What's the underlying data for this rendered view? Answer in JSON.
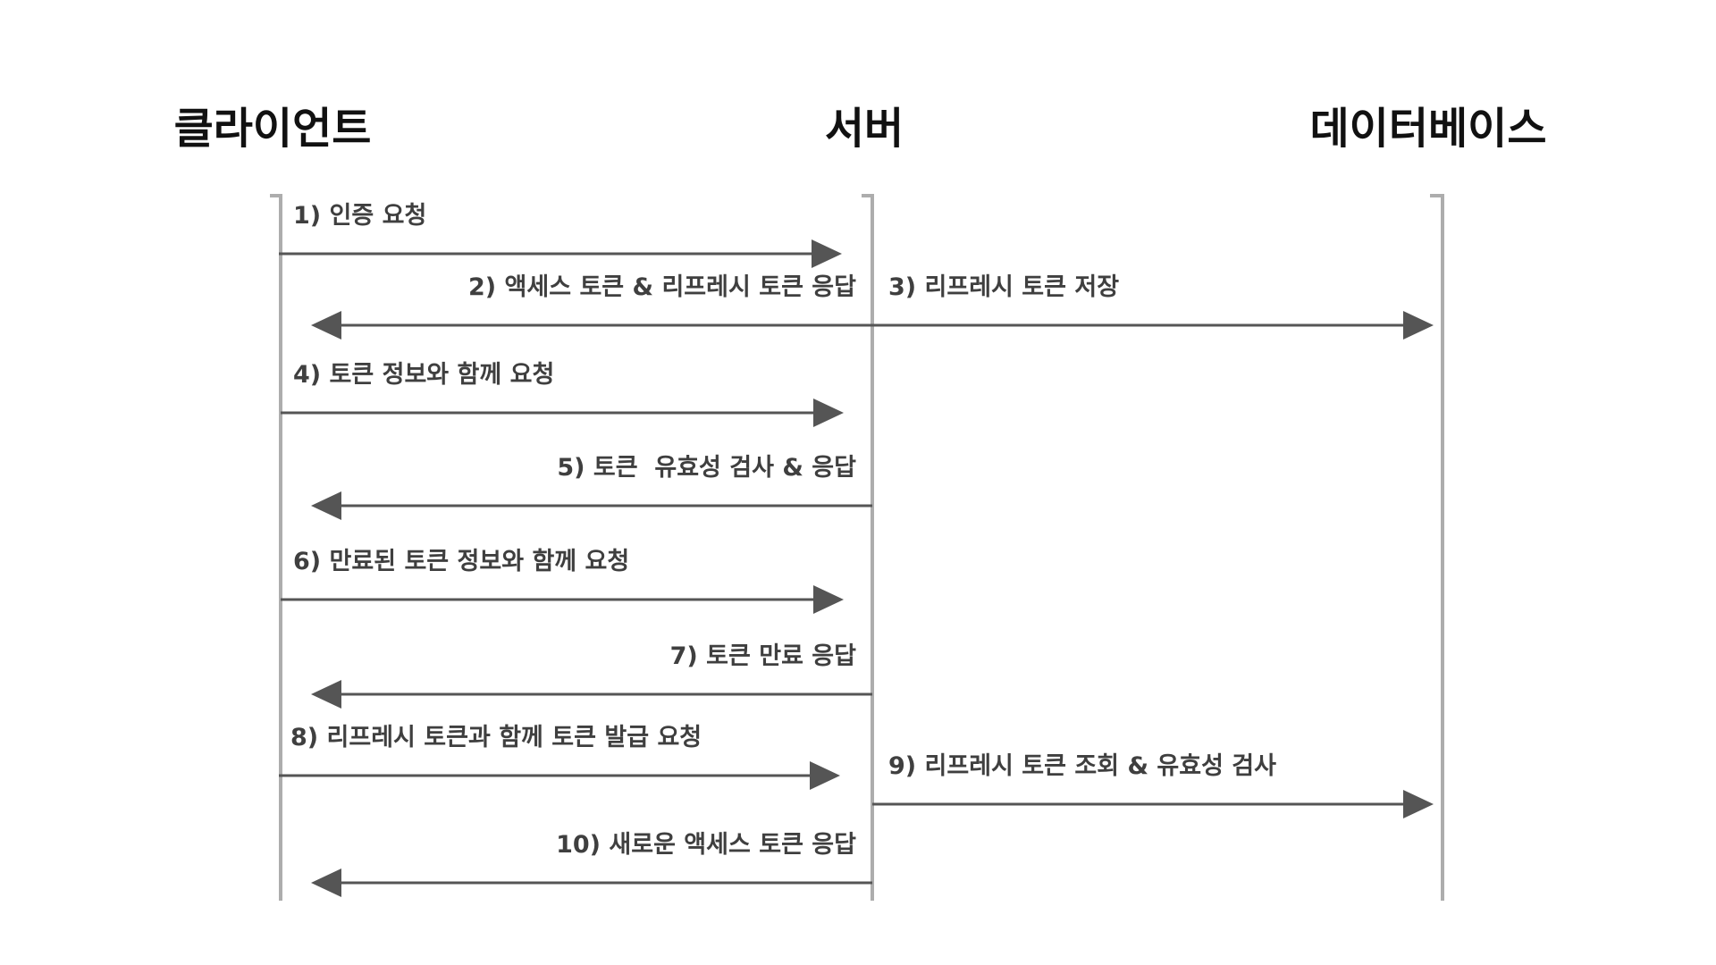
{
  "actors": [
    {
      "id": "client",
      "label": "클라이언트"
    },
    {
      "id": "server",
      "label": "서버"
    },
    {
      "id": "database",
      "label": "데이터베이스"
    }
  ],
  "messages": [
    {
      "id": "m1",
      "label": "1) 인증 요청",
      "from": "client",
      "to": "server"
    },
    {
      "id": "m2",
      "label": "2) 액세스 토큰 & 리프레시 토큰 응답",
      "from": "server",
      "to": "client"
    },
    {
      "id": "m3",
      "label": "3) 리프레시 토큰 저장",
      "from": "server",
      "to": "database"
    },
    {
      "id": "m4",
      "label": "4) 토큰 정보와 함께 요청",
      "from": "client",
      "to": "server"
    },
    {
      "id": "m5",
      "label": "5) 토큰  유효성 검사 & 응답",
      "from": "server",
      "to": "client"
    },
    {
      "id": "m6",
      "label": "6) 만료된 토큰 정보와 함께 요청",
      "from": "client",
      "to": "server"
    },
    {
      "id": "m7",
      "label": "7) 토큰 만료 응답",
      "from": "server",
      "to": "client"
    },
    {
      "id": "m8",
      "label": "8) 리프레시 토큰과 함께 토큰 발급 요청",
      "from": "client",
      "to": "server"
    },
    {
      "id": "m9",
      "label": "9) 리프레시 토큰 조회 & 유효성 검사",
      "from": "server",
      "to": "database"
    },
    {
      "id": "m10",
      "label": "10) 새로운 액세스 토큰 응답",
      "from": "server",
      "to": "client"
    }
  ],
  "colors": {
    "lifeline": "#adadad",
    "arrow": "#555555",
    "label": "#3f3f3f",
    "title": "#111111"
  }
}
